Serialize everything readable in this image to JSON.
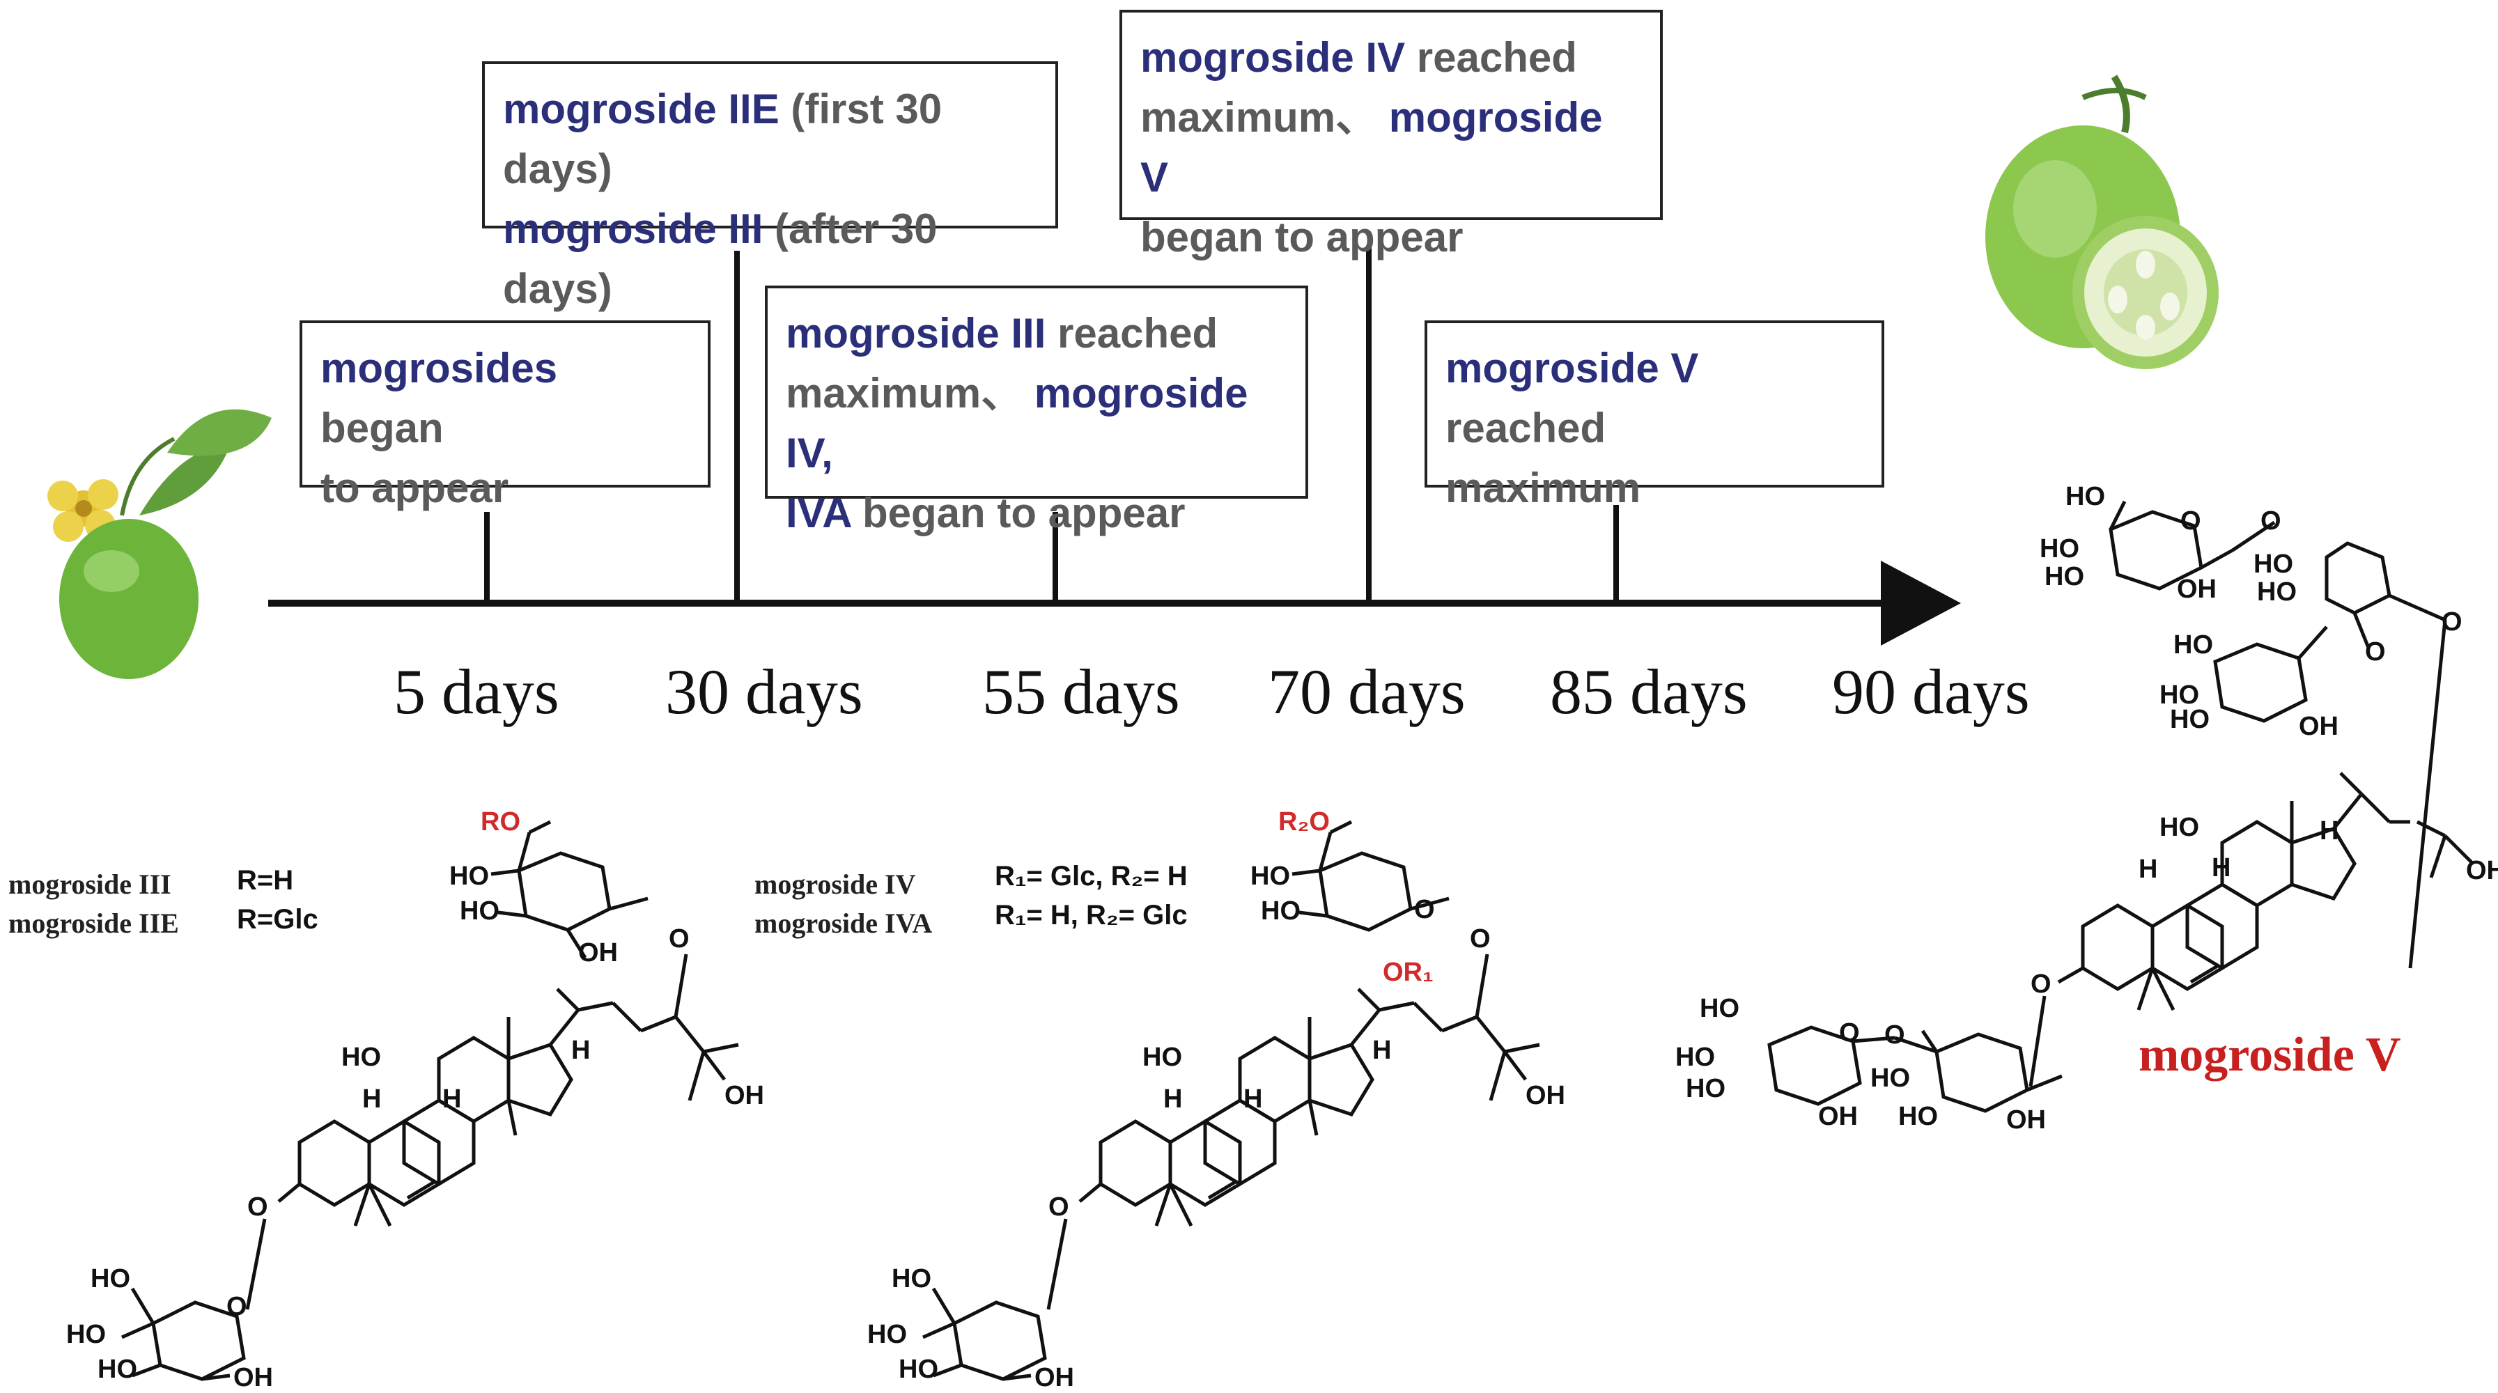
{
  "timeline": {
    "days": [
      "5 days",
      "30 days",
      "55 days",
      "70 days",
      "85 days",
      "90 days"
    ]
  },
  "events": {
    "d5": {
      "c1": "mogrosides",
      "p1": " began",
      "p2": "to appear"
    },
    "d30": {
      "c1": "mogroside IIE",
      "p1": " (first 30 days)",
      "c2": "mogroside III",
      "p2": " (after 30 days)"
    },
    "d55": {
      "c1": "mogroside III",
      "p1": " reached",
      "p2": "maximum、",
      "c2": "mogroside IV,",
      "c3": "IVA",
      "p3": " began to appear"
    },
    "d70": {
      "c1": "mogroside IV",
      "p1": " reached",
      "p2": "maximum、",
      "c2": "mogroside V",
      "p3": "began to appear"
    },
    "d85": {
      "c1": "mogroside V",
      "p1": " reached",
      "p2": "maximum"
    }
  },
  "structure_left": {
    "legend_names": [
      "mogroside III",
      "mogroside IIE"
    ],
    "legend_r": [
      "R=H",
      "R=Glc"
    ],
    "sub_label": "RO"
  },
  "structure_middle": {
    "legend_names": [
      "mogroside IV",
      "mogroside IVA"
    ],
    "legend_r": [
      "R₁= Glc, R₂= H",
      "R₁= H, R₂= Glc"
    ],
    "sub_label": "R₂O",
    "sub_label_2": "OR₁"
  },
  "structure_right": {
    "title": "mogroside V"
  },
  "atoms": {
    "ho": "HO",
    "oh": "OH",
    "h": "H",
    "o": "O"
  },
  "colors": {
    "compound": "#2b2f7a",
    "text": "#5a5a5a",
    "accent_red": "#c8201f",
    "fruit_green": "#7cc04a",
    "leaf_green": "#5f9e3a",
    "flower_yellow": "#e2c233",
    "axis": "#111111"
  },
  "icons": [
    "fruit-with-flower-icon",
    "ripe-fruit-halved-icon",
    "timeline-arrow-icon"
  ]
}
